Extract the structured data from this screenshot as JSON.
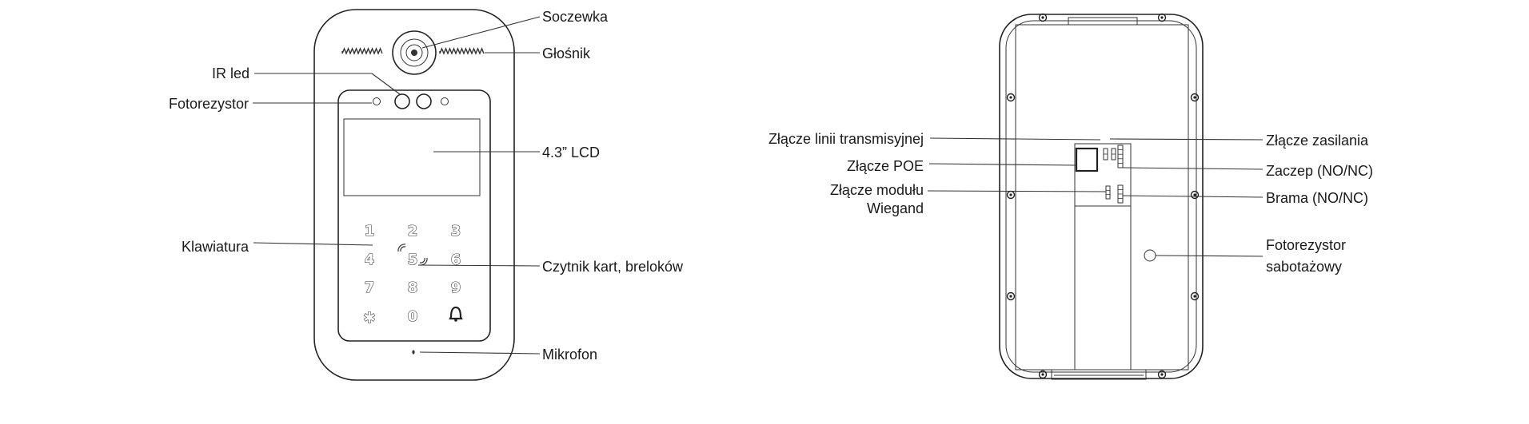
{
  "front": {
    "labels": {
      "lens": "Soczewka",
      "speaker": "Głośnik",
      "ir_led": "IR led",
      "photoresistor": "Fotorezystor",
      "lcd": "4.3” LCD",
      "keypad": "Klawiatura",
      "card_reader": "Czytnik kart, breloków",
      "microphone": "Mikrofon"
    },
    "keys": [
      "1",
      "2",
      "3",
      "4",
      "5",
      "6",
      "7",
      "8",
      "9",
      "*",
      "0",
      "bell"
    ]
  },
  "back": {
    "labels": {
      "transmission": "Złącze linii transmisyjnej",
      "poe": "Złącze POE",
      "wiegand_1": "Złącze modułu",
      "wiegand_2": "Wiegand",
      "power": "Złącze zasilania",
      "lock": "Zaczep (NO/NC)",
      "gate": "Brama (NO/NC)",
      "tamper_1": "Fotorezystor",
      "tamper_2": "sabotażowy"
    }
  }
}
